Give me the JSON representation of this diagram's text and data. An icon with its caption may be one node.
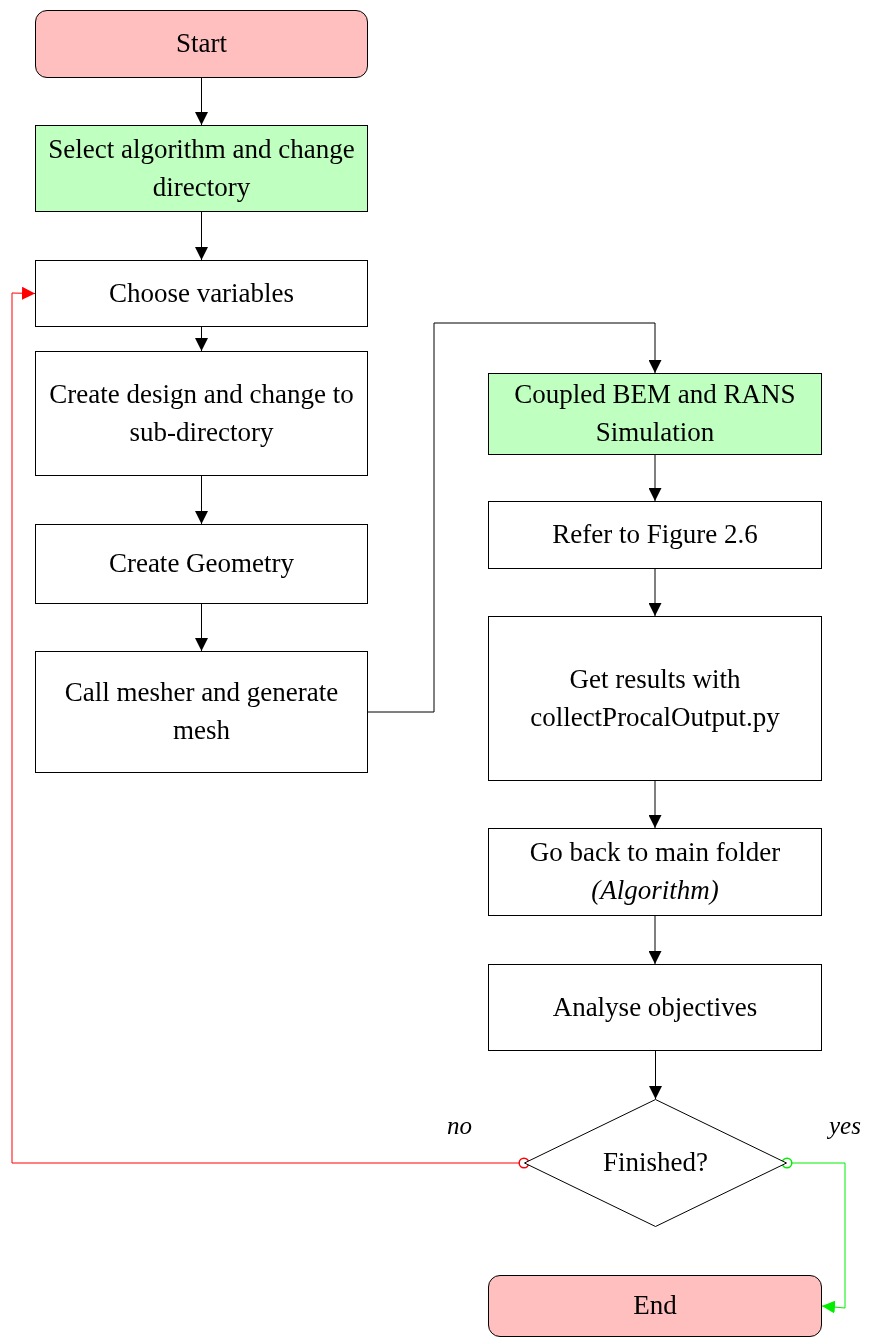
{
  "diagram": {
    "nodes": [
      {
        "text": [
          "Start"
        ]
      },
      {
        "text": [
          "Select algorithm and change directory"
        ]
      },
      {
        "text": [
          "Choose variables"
        ]
      },
      {
        "text": [
          "Create design and change to sub-directory"
        ]
      },
      {
        "text": [
          "Create Geometry"
        ]
      },
      {
        "text": [
          "Call mesher and generate mesh"
        ]
      },
      {
        "text": [
          "Coupled BEM and RANS Simulation"
        ]
      },
      {
        "text": [
          "Refer to Figure 2.6"
        ]
      },
      {
        "text": [
          "Get results with collectProcalOutput.py"
        ]
      },
      {
        "text": [
          "Go back to main folder *(Algorithm)*"
        ]
      },
      {
        "text": [
          "Analyse objectives"
        ]
      },
      {
        "text": [
          "Finished?"
        ]
      },
      {
        "text": [
          "End"
        ]
      }
    ],
    "edges": [
      {
        "from": 0,
        "to": 1,
        "arrow": "to"
      },
      {
        "from": 1,
        "to": 2,
        "arrow": "to"
      },
      {
        "from": 2,
        "to": 3,
        "arrow": "to"
      },
      {
        "from": 3,
        "to": 4,
        "arrow": "to"
      },
      {
        "from": 4,
        "to": 5,
        "arrow": "to"
      },
      {
        "from": 5,
        "to": 6,
        "arrow": "to"
      },
      {
        "from": 6,
        "to": 7,
        "arrow": "to"
      },
      {
        "from": 7,
        "to": 8,
        "arrow": "to"
      },
      {
        "from": 8,
        "to": 9,
        "arrow": "to"
      },
      {
        "from": 9,
        "to": 10,
        "arrow": "to"
      },
      {
        "from": 10,
        "to": 11,
        "arrow": "to"
      },
      {
        "from": 11,
        "to": 2,
        "arrow": "to",
        "label": "no",
        "color": "#ff0000"
      },
      {
        "from": 11,
        "to": 12,
        "arrow": "to",
        "label": "yes",
        "color": "#00ee00"
      }
    ]
  }
}
